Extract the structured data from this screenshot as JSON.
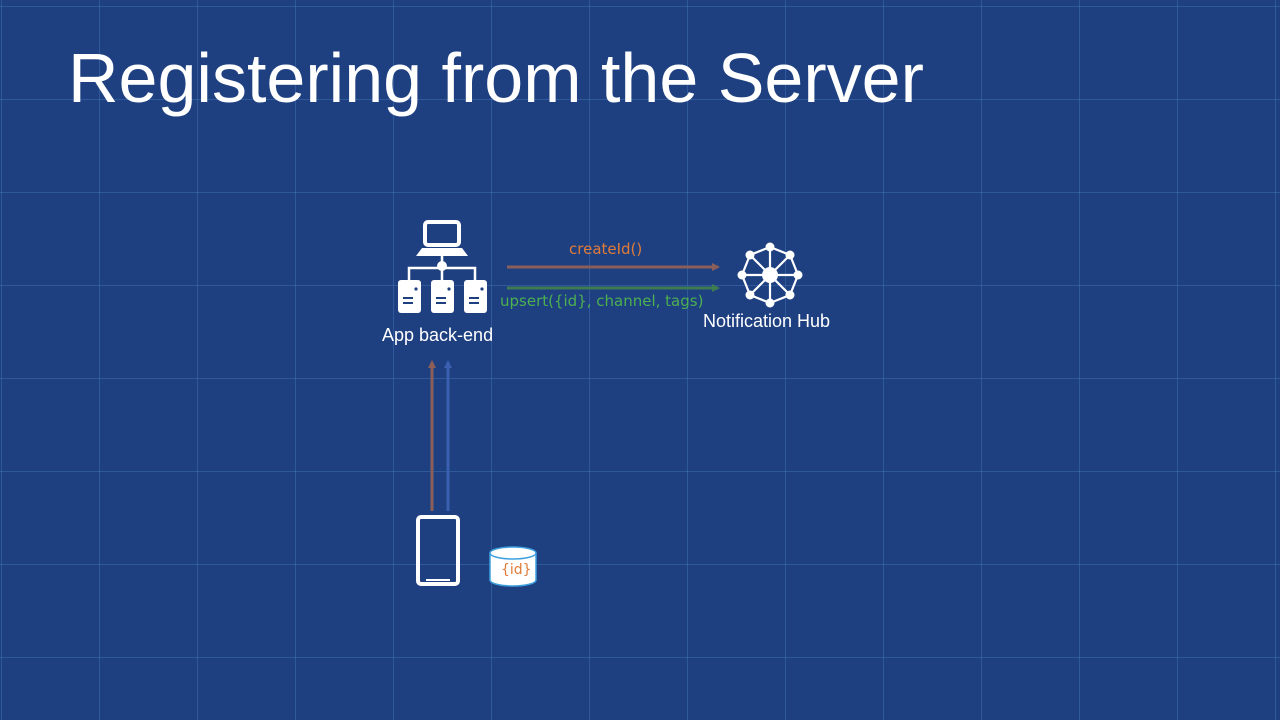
{
  "slide": {
    "title": "Registering from the Server"
  },
  "nodes": {
    "backend": {
      "label": "App back-end",
      "icon": "server-network-icon"
    },
    "hub": {
      "label": "Notification Hub",
      "icon": "notification-hub-icon"
    },
    "device": {
      "icon": "mobile-phone-icon"
    },
    "storage": {
      "label": "{id}",
      "icon": "database-cylinder-icon"
    }
  },
  "messages": {
    "create": {
      "label": "createId()",
      "color": "#e07b39"
    },
    "upsert": {
      "label": "upsert({id}, channel, tags)",
      "color": "#4caf50"
    }
  },
  "colors": {
    "background": "#1e4080",
    "arrow_create": "#8a5f5a",
    "arrow_upsert": "#3e7a52",
    "arrow_device_a": "#8a5f5a",
    "arrow_device_b": "#3b5fb0",
    "cylinder_fill": "#ffffff",
    "cylinder_stroke": "#3fa0e0"
  }
}
